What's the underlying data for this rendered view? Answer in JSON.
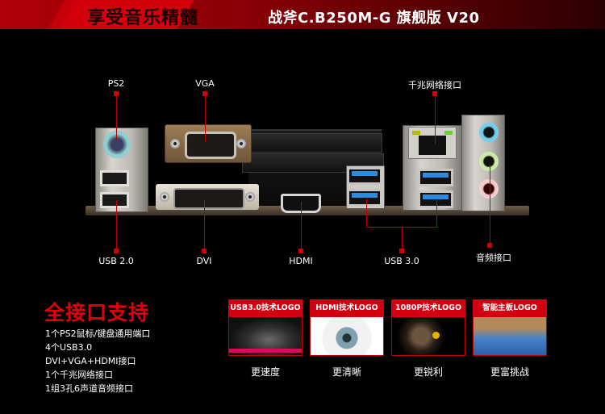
{
  "banner": {
    "left_text": "享受音乐精髓",
    "right_text": "战斧C.B250M-G 旗舰版 V20"
  },
  "ports": {
    "top_labels": [
      {
        "id": "ps2",
        "label": "PS2"
      },
      {
        "id": "vga",
        "label": "VGA"
      },
      {
        "id": "lan",
        "label": "千兆网络接口"
      }
    ],
    "bottom_labels": [
      {
        "id": "usb2",
        "label": "USB 2.0"
      },
      {
        "id": "dvi",
        "label": "DVI"
      },
      {
        "id": "hdmi",
        "label": "HDMI"
      },
      {
        "id": "usb3",
        "label": "USB 3.0"
      },
      {
        "id": "audio",
        "label": "音频接口"
      }
    ]
  },
  "features": {
    "title": "全接口支持",
    "items": [
      "1个PS2鼠标/键盘通用端口",
      "4个USB3.0",
      "DVI+VGA+HDMI接口",
      "1个千兆网络接口",
      "1组3孔6声道音频接口"
    ]
  },
  "cards": [
    {
      "header": "USB3.0技术LOGO",
      "caption": "更速度",
      "image": "sports-car"
    },
    {
      "header": "HDMI技术LOGO",
      "caption": "更清晰",
      "image": "eye"
    },
    {
      "header": "1080P技术LOGO",
      "caption": "更锐利",
      "image": "eagle"
    },
    {
      "header": "智能主板LOGO",
      "caption": "更富挑战",
      "image": "rock-climber"
    }
  ],
  "colors": {
    "accent_red": "#d20010",
    "title_red": "#e0000d",
    "background": "#000000"
  }
}
